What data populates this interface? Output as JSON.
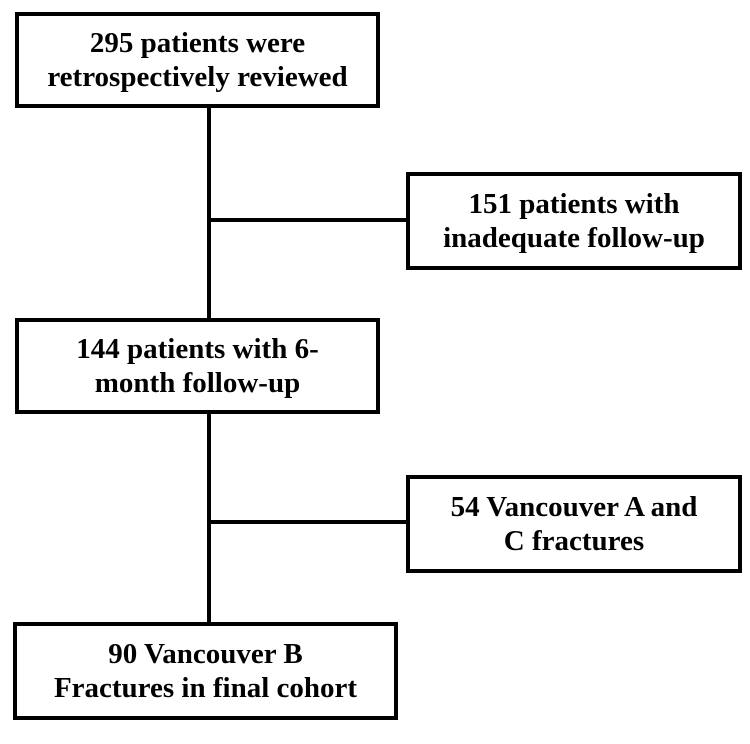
{
  "boxes": {
    "reviewed": {
      "line1": "295 patients were",
      "line2": "retrospectively reviewed"
    },
    "inadequate_followup": {
      "line1": "151 patients with",
      "line2": "inadequate follow-up"
    },
    "six_month_followup": {
      "line1": "144 patients with 6-",
      "line2": "month follow-up"
    },
    "vancouver_a_c": {
      "line1": "54 Vancouver A and",
      "line2": "C fractures"
    },
    "final_cohort": {
      "line1": "90 Vancouver B",
      "line2": "Fractures in final cohort"
    }
  },
  "colors": {
    "stroke": "#000000",
    "background": "#ffffff",
    "text": "#000000"
  }
}
